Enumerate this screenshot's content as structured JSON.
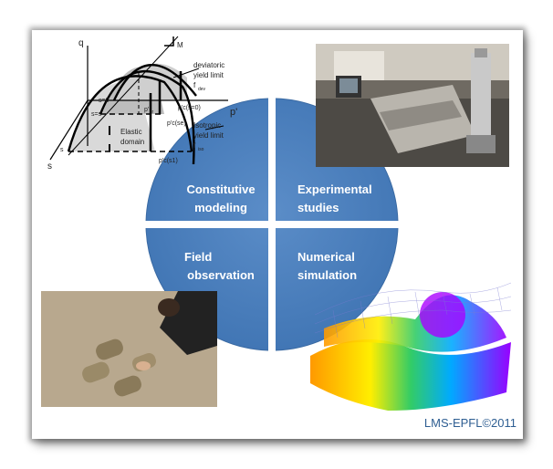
{
  "quadrants": {
    "top_left": {
      "line1": "Constitutive",
      "line2": "modeling"
    },
    "top_right": {
      "line1": "Experimental",
      "line2": "studies"
    },
    "bottom_left": {
      "line1": "Field",
      "line2": "observation"
    },
    "bottom_right": {
      "line1": "Numerical",
      "line2": "simulation"
    }
  },
  "diagram_labels": {
    "q": "q",
    "p": "p'",
    "s": "s",
    "M": "M",
    "deviatoric": "deviatoric",
    "yield_limit_1": "yield limit",
    "fdev": "f",
    "fdev_sub": "dev",
    "isotropic": "Isotropic",
    "yield_limit_2": "yield limit",
    "fiso": "f",
    "fiso_sub": "iso",
    "s0": "s=0",
    "se": "s=s",
    "s1": "s",
    "pcr": "p'",
    "pcr_sub": "cr",
    "pc0": "p'c(s=0)",
    "pce": "p'c(se)",
    "pc1": "p'c(s1)",
    "elastic": "Elastic",
    "domain": "domain"
  },
  "colors": {
    "circle": "#4f81bd",
    "circle_edge": "#3a6aa3",
    "footer": "#2e5e92"
  },
  "footer": "LMS-EPFL©2011"
}
